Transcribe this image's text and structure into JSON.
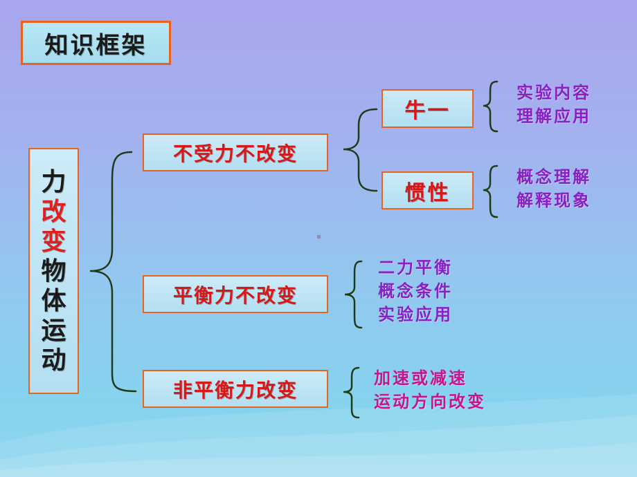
{
  "title": "知识框架",
  "root": {
    "chars": [
      {
        "char": "力",
        "color": "black"
      },
      {
        "char": "改",
        "color": "red"
      },
      {
        "char": "变",
        "color": "red"
      },
      {
        "char": "物",
        "color": "black"
      },
      {
        "char": "体",
        "color": "black"
      },
      {
        "char": "运",
        "color": "black"
      },
      {
        "char": "动",
        "color": "black"
      }
    ]
  },
  "branches": [
    {
      "label": "不受力不改变"
    },
    {
      "label": "平衡力不改变"
    },
    {
      "label": "非平衡力改变"
    }
  ],
  "sub_nodes": [
    {
      "label": "牛一"
    },
    {
      "label": "惯性"
    }
  ],
  "leaves": {
    "newton_first": [
      "实验内容",
      "理解应用"
    ],
    "inertia": [
      "概念理解",
      "解释现象"
    ],
    "balanced": [
      "二力平衡",
      "概念条件",
      "实验应用"
    ],
    "unbalanced": [
      "加速或减速",
      "运动方向改变"
    ]
  },
  "colors": {
    "box_border": "#e8641c",
    "box_fill": "#c6e8f6",
    "label_red": "#d81818",
    "leaf_purple": "#8a1fc4",
    "leaf_magenta": "#c8158c",
    "bracket": "#1f3a16"
  }
}
